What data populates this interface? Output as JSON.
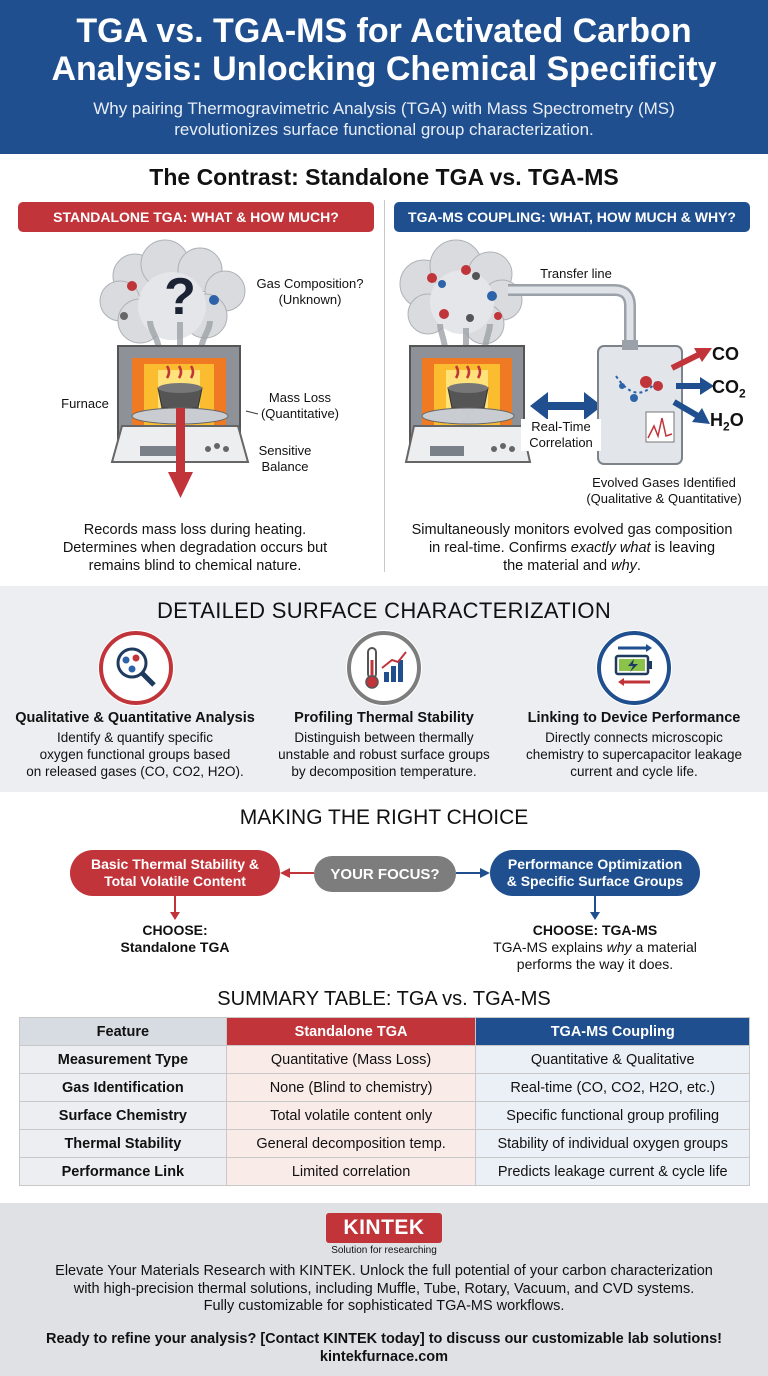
{
  "header": {
    "title_line1": "TGA vs. TGA-MS for Activated Carbon",
    "title_line2": "Analysis: Unlocking Chemical Specificity",
    "subtitle_line1": "Why pairing Thermogravimetric Analysis (TGA) with Mass Spectrometry (MS)",
    "subtitle_line2": "revolutionizes surface functional group characterization."
  },
  "contrast": {
    "heading": "The Contrast: Standalone TGA vs. TGA-MS",
    "tga": {
      "bar": "STANDALONE TGA: WHAT & HOW MUCH?",
      "gas_comp_1": "Gas Composition?",
      "gas_comp_2": "(Unknown)",
      "furnace": "Furnace",
      "mass_loss_1": "Mass Loss",
      "mass_loss_2": "(Quantitative)",
      "balance_1": "Sensitive",
      "balance_2": "Balance",
      "question": "?",
      "desc_1": "Records mass loss during heating.",
      "desc_2": "Determines when degradation occurs but",
      "desc_3": "remains blind to chemical nature."
    },
    "ms": {
      "bar": "TGA-MS COUPLING: WHAT, HOW MUCH & WHY?",
      "transfer": "Transfer line",
      "realtime_1": "Real-Time",
      "realtime_2": "Correlation",
      "gas_co": "CO",
      "gas_co2": "CO",
      "gas_co2_sub": "2",
      "gas_h2o_h": "H",
      "gas_h2o_sub": "2",
      "gas_h2o_o": "O",
      "evolved_1": "Evolved Gases Identified",
      "evolved_2": "(Qualitative & Quantitative)",
      "desc_1": "Simultaneously monitors evolved gas composition",
      "desc_2a": "in real-time. Confirms ",
      "desc_2b": "exactly what",
      "desc_2c": " is leaving",
      "desc_3a": "the material and ",
      "desc_3b": "why",
      "desc_3c": "."
    }
  },
  "detailed": {
    "heading": "DETAILED SURFACE CHARACTERIZATION",
    "columns": [
      {
        "title": "Qualitative & Quantitative Analysis",
        "l1": "Identify & quantify specific",
        "l2": "oxygen functional groups based",
        "l3": "on released gases (CO, CO2, H2O)."
      },
      {
        "title": "Profiling Thermal Stability",
        "l1": "Distinguish between thermally",
        "l2": "unstable and robust surface groups",
        "l3": "by decomposition temperature."
      },
      {
        "title": "Linking to Device Performance",
        "l1": "Directly connects microscopic",
        "l2": "chemistry to supercapacitor leakage",
        "l3": "current and cycle life."
      }
    ]
  },
  "choice": {
    "heading": "MAKING THE RIGHT CHOICE",
    "left_1": "Basic Thermal Stability &",
    "left_2": "Total Volatile Content",
    "mid": "YOUR FOCUS?",
    "right_1": "Performance Optimization",
    "right_2": "& Specific Surface Groups",
    "choose_left_1": "CHOOSE:",
    "choose_left_2": "Standalone TGA",
    "choose_right_1": "CHOOSE: TGA-MS",
    "choose_right_2a": "TGA-MS explains ",
    "choose_right_2b": "why",
    "choose_right_2c": " a material",
    "choose_right_3": "performs the way it does."
  },
  "table": {
    "heading": "SUMMARY TABLE: TGA vs. TGA-MS",
    "headers": [
      "Feature",
      "Standalone TGA",
      "TGA-MS Coupling"
    ],
    "rows": [
      [
        "Measurement Type",
        "Quantitative (Mass Loss)",
        "Quantitative & Qualitative"
      ],
      [
        "Gas Identification",
        "None (Blind to chemistry)",
        "Real-time (CO, CO2, H2O, etc.)"
      ],
      [
        "Surface Chemistry",
        "Total volatile content only",
        "Specific functional group profiling"
      ],
      [
        "Thermal Stability",
        "General decomposition temp.",
        "Stability of individual oxygen groups"
      ],
      [
        "Performance Link",
        "Limited correlation",
        "Predicts leakage current & cycle life"
      ]
    ]
  },
  "footer": {
    "logo": "KINTEK",
    "tagline": "Solution for researching",
    "text_1": "Elevate Your Materials Research with KINTEK. Unlock the full potential of your carbon characterization",
    "text_2": "with high-precision thermal solutions, including Muffle, Tube, Rotary, Vacuum, and CVD systems.",
    "text_3": "Fully customizable for sophisticated TGA-MS workflows.",
    "cta": "Ready to refine your analysis? [Contact KINTEK today] to discuss our customizable lab solutions!",
    "site": "kintekfurnace.com"
  },
  "colors": {
    "red": "#c0343a",
    "blue": "#1f4f8f",
    "gray_pill": "#7d7d7d",
    "furnace_glow": "#f07a24"
  },
  "icons": [
    "question-cloud-icon",
    "furnace-icon",
    "balance-icon",
    "arrow-down-icon",
    "molecule-cloud-icon",
    "mass-spectrometer-icon",
    "double-arrow-icon",
    "magnifier-molecule-icon",
    "thermometer-chart-icon",
    "battery-icon"
  ]
}
